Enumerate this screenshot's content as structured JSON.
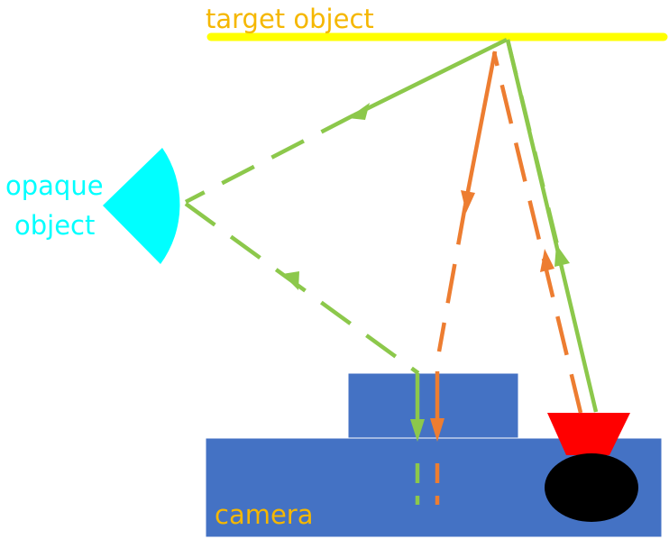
{
  "labels": {
    "target": "target object",
    "opaque_line1": "opaque",
    "opaque_line2": "object",
    "camera": "camera"
  },
  "colors": {
    "target": "#FFFF00",
    "target_text": "#F5B700",
    "opaque": "#00FFFF",
    "camera_body": "#4472C4",
    "camera_border": "#ffffff",
    "camera_text": "#F5B700",
    "emitter": "#FF0000",
    "lens": "#000000",
    "green_ray": "#8CC84B",
    "orange_ray": "#ED7D31"
  }
}
